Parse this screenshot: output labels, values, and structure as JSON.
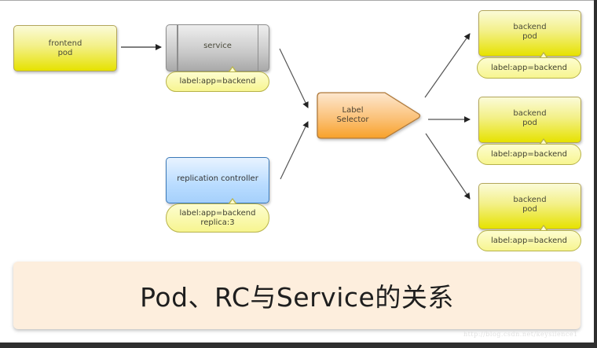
{
  "diagram": {
    "frontend_pod": {
      "line1": "frontend",
      "line2": "pod"
    },
    "service": {
      "label": "service",
      "tag": "label:app=backend"
    },
    "replication_controller": {
      "label": "replication controller",
      "tag_line1": "label:app=backend",
      "tag_line2": "replica:3"
    },
    "label_selector": {
      "line1": "Label",
      "line2": "Selector"
    },
    "backend_pods": [
      {
        "line1": "backend",
        "line2": "pod",
        "tag": "label:app=backend"
      },
      {
        "line1": "backend",
        "line2": "pod",
        "tag": "label:app=backend"
      },
      {
        "line1": "backend",
        "line2": "pod",
        "tag": "label:app=backend"
      }
    ],
    "colors": {
      "pod": "#e6e200",
      "service": "#b5b5b5",
      "replication_controller": "#a5d0fb",
      "selector": "#f9a736",
      "tag": "#f7f590",
      "caption_bg": "#fdeedd"
    }
  },
  "caption": "Pod、RC与Service的关系",
  "watermark": "http://blog.csdn.net/keysilence1"
}
